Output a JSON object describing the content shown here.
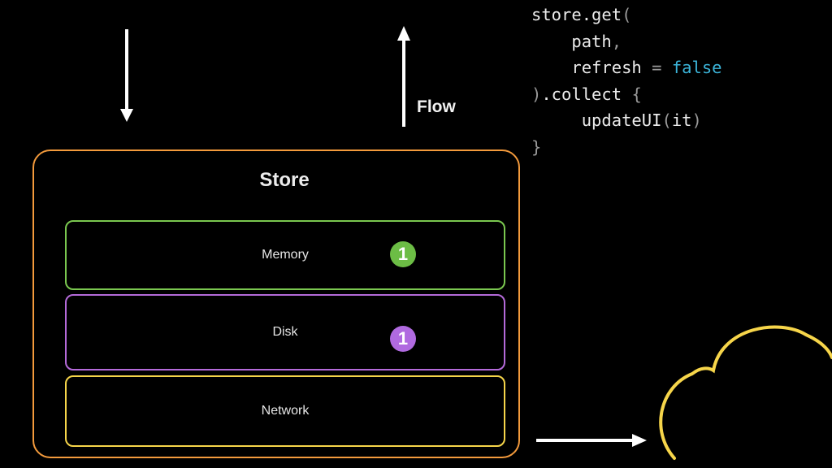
{
  "store": {
    "title": "Store",
    "layers": {
      "memory": "Memory",
      "disk": "Disk",
      "network": "Network"
    },
    "badges": {
      "memory": "1",
      "disk": "1"
    }
  },
  "flow_label": "Flow",
  "code": {
    "line1_a": "store.get",
    "line1_b": "(",
    "line2_a": "path",
    "line2_b": ",",
    "line3_a": "refresh",
    "line3_b": "=",
    "line3_c": "false",
    "line4_a": ")",
    "line4_b": ".collect ",
    "line4_c": "{",
    "line5_a": "updateUI",
    "line5_b": "(",
    "line5_c": "it",
    "line5_d": ")",
    "line6_a": "}"
  },
  "colors": {
    "store_border": "#f39a3c",
    "memory": "#7ac74f",
    "disk": "#b46ad9",
    "network": "#f6d54a",
    "cloud": "#f6d54a",
    "keyword": "#3bb4d9"
  }
}
